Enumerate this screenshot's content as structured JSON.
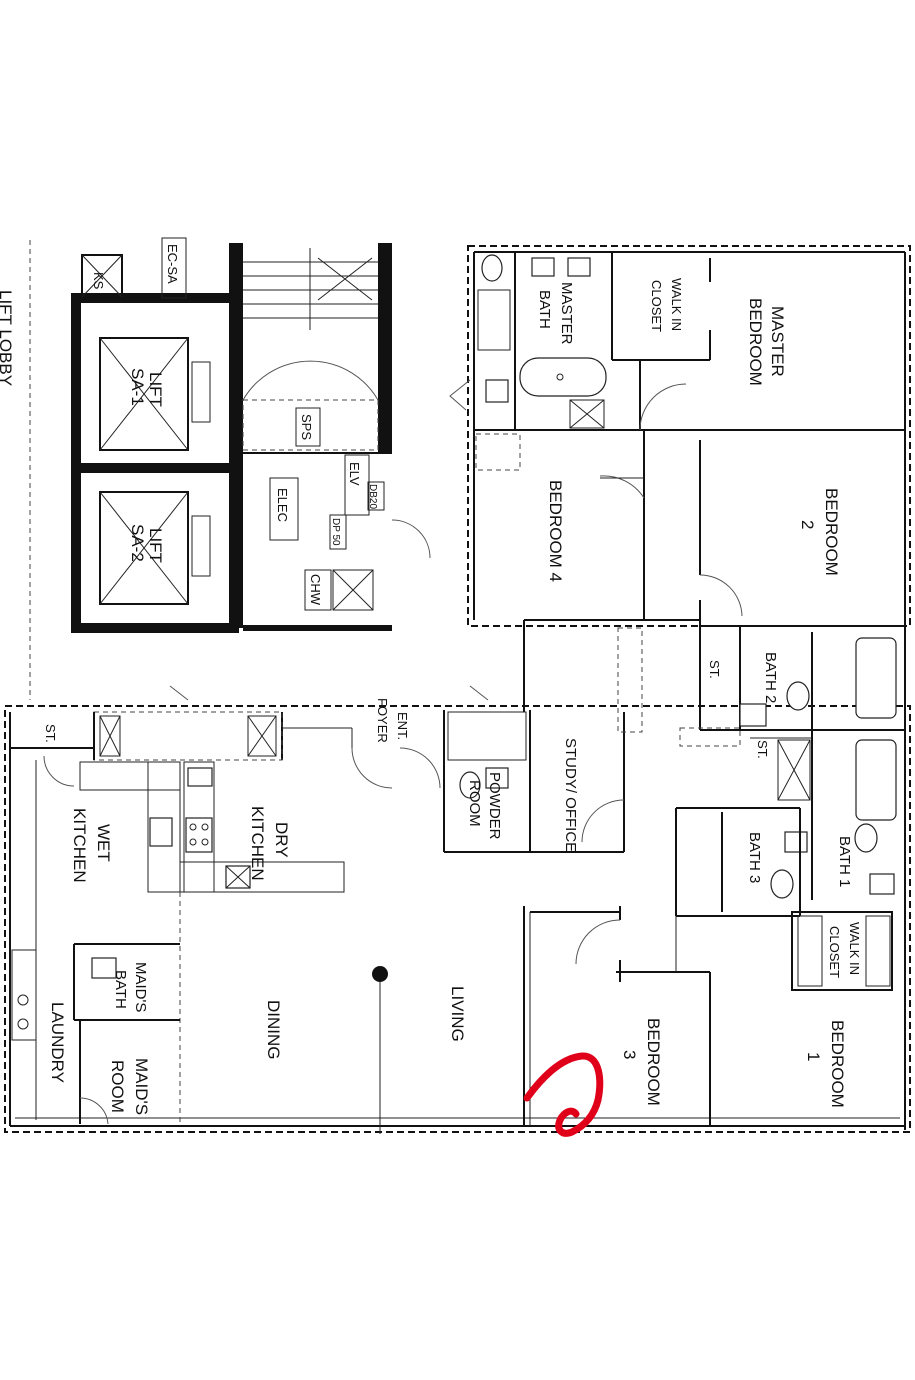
{
  "plan": {
    "labels": {
      "lift_lobby": "LIFT LOBBY",
      "ks": "KS",
      "ec_sa": "EC-SA",
      "lift_1_line1": "LIFT",
      "lift_1_line2": "SA-1",
      "lift_2_line1": "LIFT",
      "lift_2_line2": "SA-2",
      "sps": "SPS",
      "elec": "ELEC",
      "elv": "ELV",
      "chw": "CHW",
      "db20": "DB20",
      "dp50": "DP 50",
      "master_bath_1": "MASTER",
      "master_bath_2": "BATH",
      "walk_in_closet_a1": "WALK IN",
      "walk_in_closet_a2": "CLOSET",
      "master_bedroom_1": "MASTER",
      "master_bedroom_2": "BEDROOM",
      "bedroom4": "BEDROOM 4",
      "bedroom2_1": "BEDROOM",
      "bedroom2_2": "2",
      "st_1": "ST.",
      "bath2": "BATH 2",
      "st_2": "ST.",
      "ent_foyer_1": "ENT.",
      "ent_foyer_2": "FOYER",
      "st_3": "ST.",
      "study_office": "STUDY/ OFFICE",
      "powder_room_1": "POWDER",
      "powder_room_2": "ROOM",
      "bath3": "BATH 3",
      "bath1": "BATH 1",
      "dry_kitchen_1": "DRY",
      "dry_kitchen_2": "KITCHEN",
      "wet_kitchen_1": "WET",
      "wet_kitchen_2": "KITCHEN",
      "walk_in_closet_b1": "WALK IN",
      "walk_in_closet_b2": "CLOSET",
      "maids_bath_1": "MAID'S",
      "maids_bath_2": "BATH",
      "dining": "DINING",
      "living": "LIVING",
      "bedroom3_1": "BEDROOM",
      "bedroom3_2": "3",
      "bedroom1_1": "BEDROOM",
      "bedroom1_2": "1",
      "laundry": "LAUNDRY",
      "maids_room_1": "MAID'S",
      "maids_room_2": "ROOM"
    },
    "annotation": {
      "note": "red hand-drawn mark",
      "color": "#e0001a"
    }
  }
}
